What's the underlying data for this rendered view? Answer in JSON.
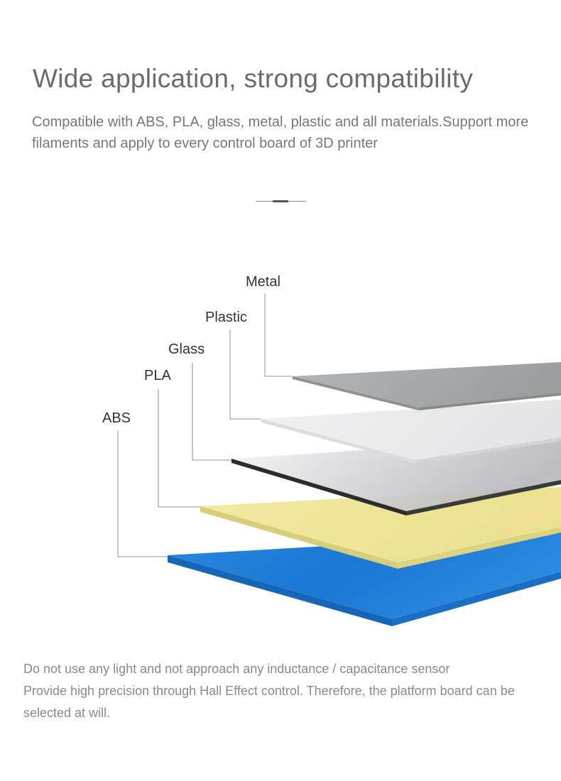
{
  "header": {
    "title": "Wide application, strong compatibility",
    "subtitle": "Compatible with ABS, PLA, glass, metal, plastic and all materials.Support more filaments and apply to every control board of 3D printer"
  },
  "layers": [
    {
      "label": "Metal",
      "color": "#a9aaab"
    },
    {
      "label": "Plastic",
      "color": "#ededee"
    },
    {
      "label": "Glass",
      "color": "#c8c8ca"
    },
    {
      "label": "PLA",
      "color": "#efe49a"
    },
    {
      "label": "ABS",
      "color": "#1f7ed6"
    }
  ],
  "footer": {
    "line1": "Do not use any light and not approach any inductance / capacitance sensor",
    "line2": "Provide high precision through Hall Effect control. Therefore, the platform board can be selected at will."
  }
}
